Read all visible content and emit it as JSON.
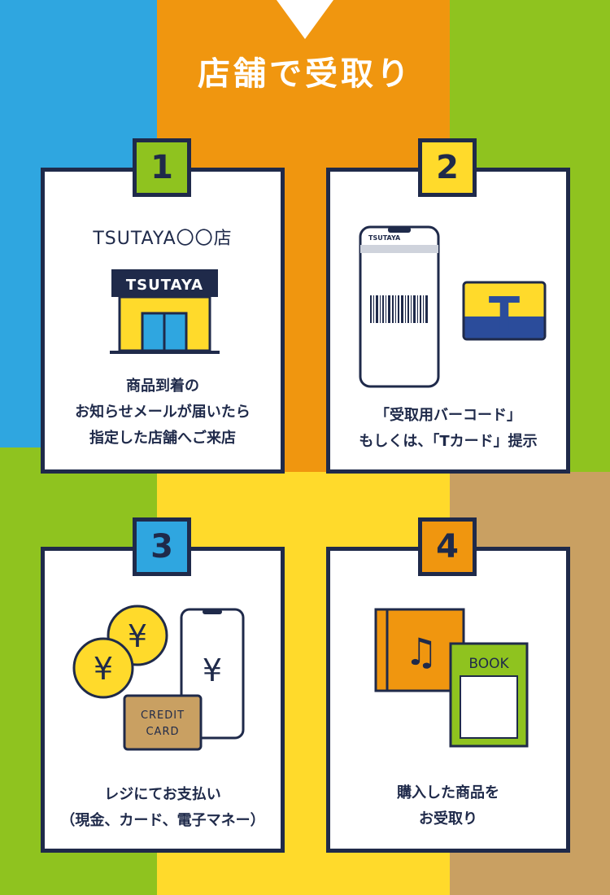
{
  "header": {
    "title": "店舗で受取り"
  },
  "colors": {
    "blue": "#2fa6e0",
    "orange": "#f0960f",
    "green": "#8fc31f",
    "yellow": "#ffda2b",
    "tan": "#c9a062",
    "navy": "#1f2a4a"
  },
  "steps": [
    {
      "number": "1",
      "store_name": "TSUTAYA〇〇店",
      "sign_text": "TSUTAYA",
      "lines": [
        "商品到着の",
        "お知らせメールが届いたら",
        "指定した店舗へご来店"
      ]
    },
    {
      "number": "2",
      "phone_header": "TSUTAYA",
      "card_letter": "T",
      "lines": [
        "「受取用バーコード」",
        "もしくは、「Tカード」提示"
      ]
    },
    {
      "number": "3",
      "coin_symbol": "¥",
      "phone_symbol": "¥",
      "credit_line1": "CREDIT",
      "credit_line2": "CARD",
      "lines": [
        "レジにてお支払い",
        "（現金、カード、電子マネー）"
      ]
    },
    {
      "number": "4",
      "music_symbol": "♫",
      "book_label": "BOOK",
      "lines": [
        "購入した商品を",
        "お受取り"
      ]
    }
  ]
}
